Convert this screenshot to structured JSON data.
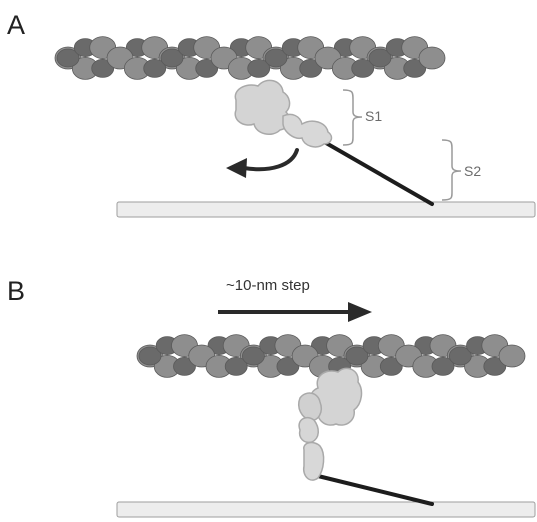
{
  "panels": {
    "a": {
      "letter": "A",
      "s1_label": "S1",
      "s2_label": "S2"
    },
    "b": {
      "letter": "B",
      "step_label": "~10-nm step"
    }
  },
  "colors": {
    "actin_bead": "#8e8e8e",
    "actin_shadow": "#6a6a6a",
    "myosin_head": "#d4d4d4",
    "myosin_edge": "#a9a9a9",
    "lever_arm": "#1d1d1d",
    "thick_filament": "#ededed",
    "bracket": "#9a9a9a",
    "arrow": "#2a2a2a"
  },
  "icons": {
    "power_stroke_arrow": "curved-arrow-icon",
    "step_arrow": "right-arrow-icon"
  }
}
